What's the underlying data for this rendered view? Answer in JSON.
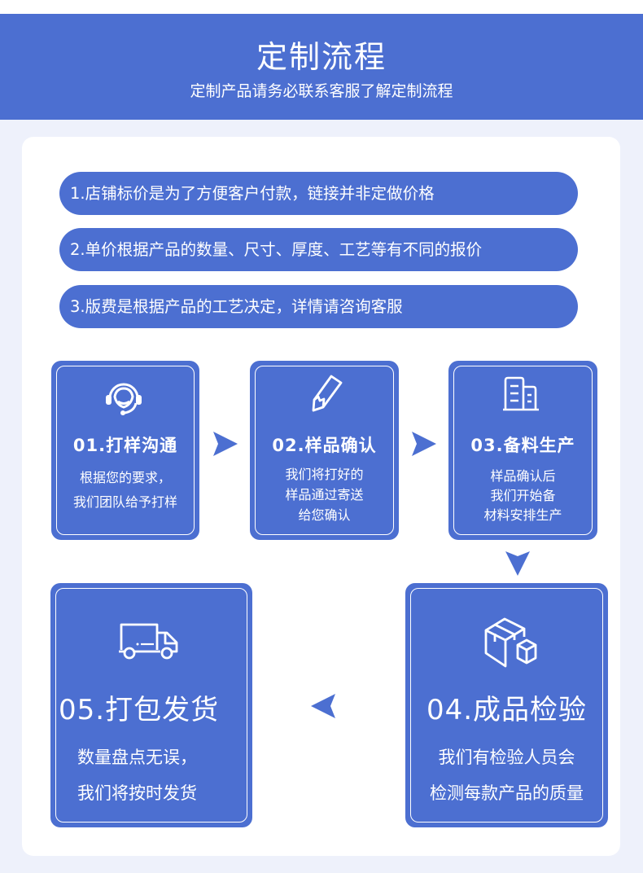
{
  "header": {
    "title": "定制流程",
    "subtitle": "定制产品请务必联系客服了解定制流程"
  },
  "notices": [
    "1.店铺标价是为了方便客户付款，链接并非定做价格",
    "2.单价根据产品的数量、尺寸、厚度、工艺等有不同的报价",
    "3.版费是根据产品的工艺决定，详情请咨询客服"
  ],
  "steps": [
    {
      "title": "01.打样沟通",
      "desc": [
        "根据您的要求，",
        "我们团队给予打样"
      ],
      "icon": "headset-icon"
    },
    {
      "title": "02.样品确认",
      "desc": [
        "我们将打好的",
        "样品通过寄送",
        "给您确认"
      ],
      "icon": "pencil-icon"
    },
    {
      "title": "03.备料生产",
      "desc": [
        "样品确认后",
        "我们开始备",
        "材料安排生产"
      ],
      "icon": "buildings-icon"
    },
    {
      "title": "04.成品检验",
      "desc": [
        "我们有检验人员会",
        "检测每款产品的质量"
      ],
      "icon": "boxes-icon"
    },
    {
      "title": "05.打包发货",
      "desc": [
        "数量盘点无误，",
        "我们将按时发货"
      ],
      "icon": "truck-icon"
    }
  ],
  "colors": {
    "brand_blue": "#4C6FD1",
    "page_bg": "#EEF1FB",
    "panel_bg": "#FFFFFF"
  }
}
